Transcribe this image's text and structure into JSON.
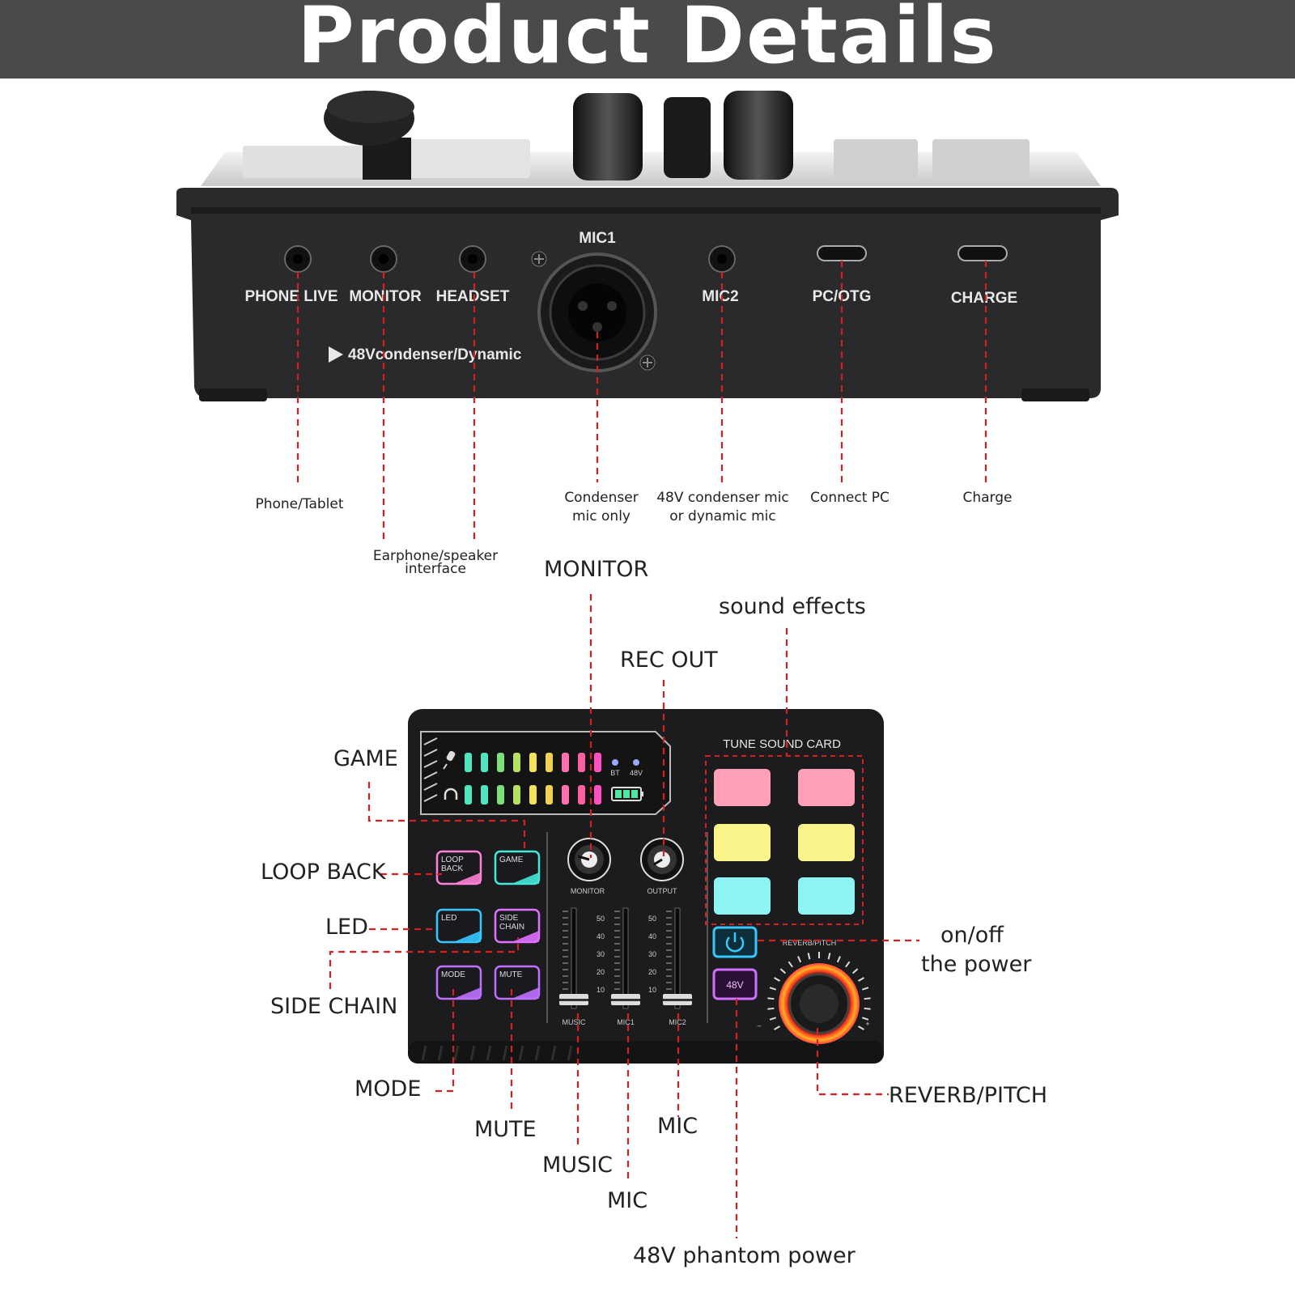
{
  "header": {
    "title": "Product Details"
  },
  "rear_panel": {
    "ports": [
      {
        "id": "phone-live",
        "label": "PHONE LIVE"
      },
      {
        "id": "monitor",
        "label": "MONITOR"
      },
      {
        "id": "headset",
        "label": "HEADSET"
      },
      {
        "id": "mic1",
        "label": "MIC1"
      },
      {
        "id": "mic2",
        "label": "MIC2"
      },
      {
        "id": "pc-otg",
        "label": "PC/OTG"
      },
      {
        "id": "charge",
        "label": "CHARGE"
      }
    ],
    "printed_note": "48Vcondenser/Dynamic",
    "callouts": {
      "phone_tablet": "Phone/Tablet",
      "earphone_1": "Earphone/speaker",
      "earphone_2": "interface",
      "condenser_1": "Condenser",
      "condenser_2": "mic only",
      "mic2_1": "48V condenser mic",
      "mic2_2": "or dynamic mic",
      "connect_pc": "Connect PC",
      "charge": "Charge"
    }
  },
  "top_panel": {
    "device_text": {
      "tune_sound_card": "TUNE SOUND CARD",
      "bt": "BT",
      "v48_small": "48V",
      "monitor_knob": "MONITOR",
      "output_knob": "OUTPUT",
      "reverb_pitch": "REVERB/PITCH",
      "btn_48v": "48V",
      "minus": "–",
      "plus": "+",
      "fader_music": "MUSIC",
      "fader_mic1": "MIC1",
      "fader_mic2": "MIC2",
      "scale": [
        "50",
        "40",
        "30",
        "20",
        "10"
      ]
    },
    "pads": [
      {
        "id": "loop-back",
        "l1": "LOOP",
        "l2": "BACK",
        "color": "#ff7fd6"
      },
      {
        "id": "game",
        "l1": "GAME",
        "l2": "",
        "color": "#44e8d8"
      },
      {
        "id": "led",
        "l1": "LED",
        "l2": "",
        "color": "#36c8ff"
      },
      {
        "id": "side-chain",
        "l1": "SIDE",
        "l2": "CHAIN",
        "color": "#e070ff"
      },
      {
        "id": "mode",
        "l1": "MODE",
        "l2": "",
        "color": "#c070ff"
      },
      {
        "id": "mute",
        "l1": "MUTE",
        "l2": "",
        "color": "#c070ff"
      }
    ],
    "effect_colors": [
      "#ff9fb8",
      "#ff9fb8",
      "#f9f58a",
      "#f9f58a",
      "#8ef3f5",
      "#8ef3f5"
    ],
    "meter_colors": [
      "#4ee6c0",
      "#4ee6c0",
      "#7be07b",
      "#b8e060",
      "#f3e35a",
      "#f3d050",
      "#ff6fb0",
      "#ff5fa0",
      "#ff4fc0"
    ],
    "callouts": {
      "monitor": "MONITOR",
      "sound_effects": "sound effects",
      "rec_out": "REC OUT",
      "game": "GAME",
      "loop_back": "LOOP BACK",
      "led": "LED",
      "side_chain": "SIDE CHAIN",
      "mode": "MODE",
      "mute": "MUTE",
      "music": "MUSIC",
      "mic_a": "MIC",
      "mic_b": "MIC",
      "phantom": "48V phantom power",
      "onoff_1": "on/off",
      "onoff_2": "the power",
      "reverb_pitch": "REVERB/PITCH"
    }
  },
  "colors": {
    "callout_line": "#d42020",
    "device_body": "#2a2a2c",
    "banner": "#4a4a4a"
  }
}
